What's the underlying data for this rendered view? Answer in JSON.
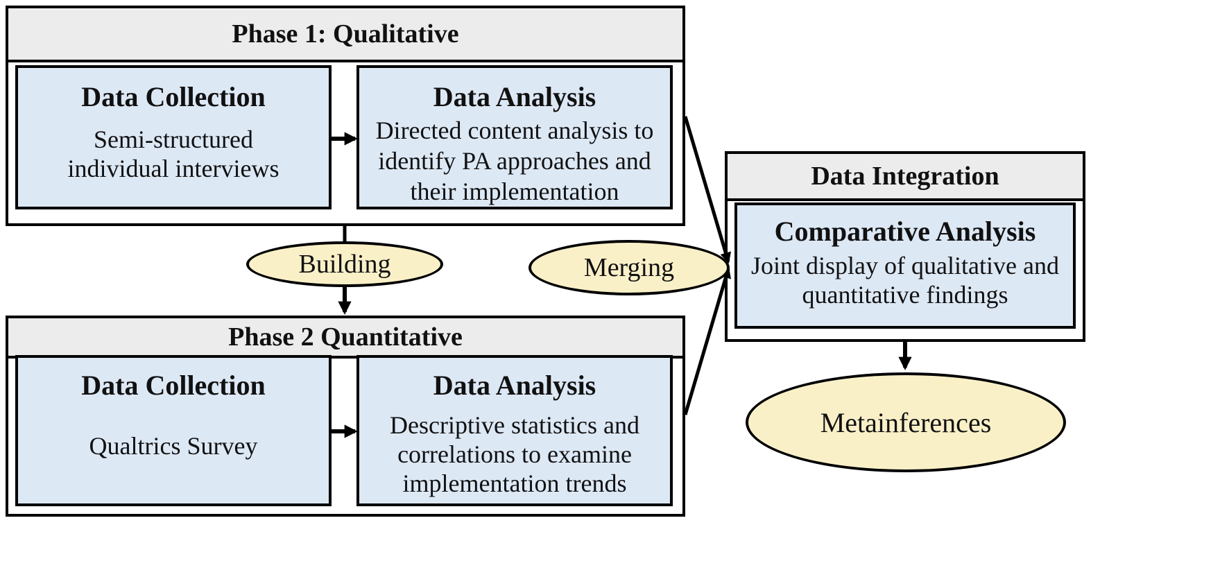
{
  "phase1": {
    "title": "Phase 1: Qualitative",
    "collection": {
      "title": "Data Collection",
      "desc": "Semi-structured individual interviews"
    },
    "analysis": {
      "title": "Data Analysis",
      "desc": "Directed content analysis to identify PA approaches and their implementation"
    }
  },
  "phase2": {
    "title": "Phase 2 Quantitative",
    "collection": {
      "title": "Data Collection",
      "desc": "Qualtrics Survey"
    },
    "analysis": {
      "title": "Data Analysis",
      "desc": "Descriptive statistics and correlations to examine implementation trends"
    }
  },
  "integration": {
    "title": "Data Integration",
    "analysis": {
      "title": "Comparative Analysis",
      "desc": "Joint display of qualitative and quantitative findings"
    }
  },
  "connectors": {
    "building": "Building",
    "merging": "Merging"
  },
  "outcome": "Metainferences"
}
